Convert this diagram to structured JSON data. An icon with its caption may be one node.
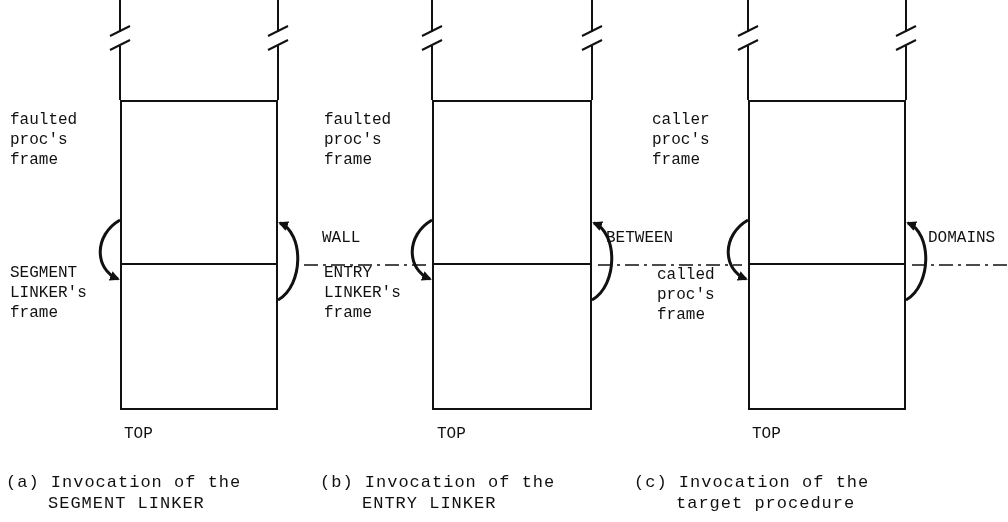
{
  "diagram": {
    "nodes": [
      {
        "text": [
          "faulted proc's frame"
        ]
      },
      {
        "text": [
          "SEGMENT LINKER's frame"
        ]
      },
      {
        "text": [
          "faulted proc's frame"
        ]
      },
      {
        "text": [
          "ENTRY LINKER's frame"
        ]
      },
      {
        "text": [
          "caller proc's frame"
        ]
      },
      {
        "text": [
          "called proc's frame"
        ]
      }
    ],
    "edges": [
      {
        "from": 0,
        "to": 1,
        "arrow": "to"
      },
      {
        "from": 1,
        "to": 0,
        "arrow": "to"
      },
      {
        "from": 2,
        "to": 3,
        "arrow": "to"
      },
      {
        "from": 3,
        "to": 2,
        "arrow": "to"
      },
      {
        "from": 4,
        "to": 5,
        "arrow": "to"
      },
      {
        "from": 5,
        "to": 4,
        "arrow": "to"
      }
    ],
    "labels": [
      "WALL",
      "BETWEEN",
      "DOMAINS",
      "TOP",
      "TOP",
      "TOP",
      "(a) Invocation of the SEGMENT LINKER",
      "(b) Invocation of the ENTRY LINKER",
      "(c) Invocation of the target procedure"
    ]
  }
}
